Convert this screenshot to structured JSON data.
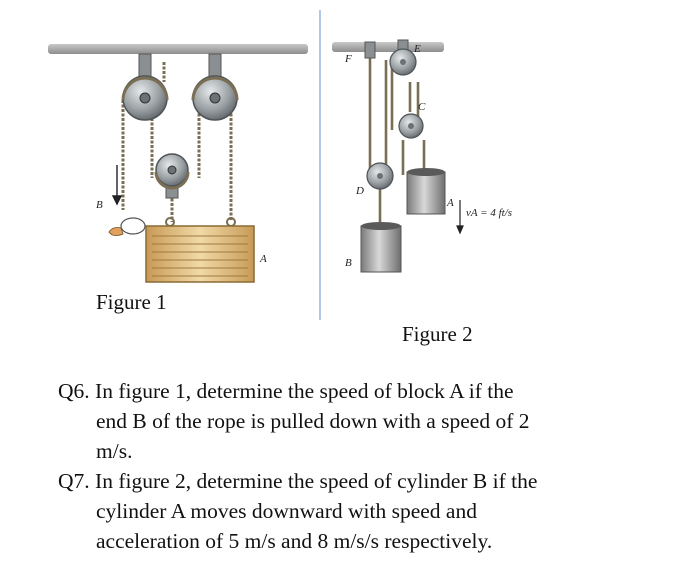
{
  "figures": {
    "figure1": {
      "caption": "Figure 1",
      "labels": {
        "end_rope": "B",
        "block": "A"
      }
    },
    "figure2": {
      "caption": "Figure 2",
      "labels": {
        "top_left_anchor": "F",
        "top_right_pulley": "E",
        "upper_pulley": "C",
        "lower_pulley": "D",
        "cylinder_a": "A",
        "cylinder_b": "B",
        "velocity": "vA = 4 ft/s"
      }
    }
  },
  "questions": [
    {
      "number": "Q6.",
      "line1": "In figure 1, determine the speed of block A if the",
      "rest": [
        "end B of the rope is pulled down with a speed of 2",
        "m/s."
      ]
    },
    {
      "number": "Q7.",
      "line1": "In figure 2, determine the speed of cylinder B if the",
      "rest": [
        "cylinder A moves downward with speed and",
        "acceleration of 5 m/s and 8 m/s/s respectively."
      ]
    }
  ],
  "colors": {
    "ceiling": "#9a9a9a",
    "rope": "#7a6e55",
    "pulley": "#8a8f92",
    "block": "#d9b77a",
    "cylinder": "#9c9c9c",
    "divider": "#7da0d8"
  }
}
